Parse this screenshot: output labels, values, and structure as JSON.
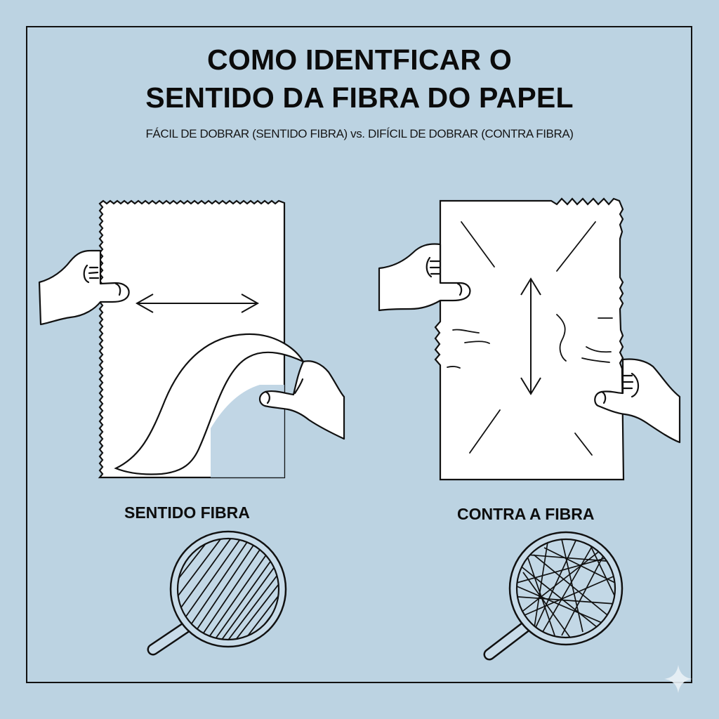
{
  "title": {
    "line1": "COMO IDENTFICAR O",
    "line2": "SENTIDO DA FIBRA DO PAPEL"
  },
  "subtitle": "FÁCIL DE DOBRAR (SENTIDO FIBRA) vs. DIFÍCIL DE DOBRAR (CONTRA FIBRA)",
  "panels": [
    {
      "label": "SENTIDO FIBRA",
      "arrow_direction": "horizontal",
      "paper_state": "bending-smoothly",
      "magnifier_pattern": "parallel-diagonal-fibers"
    },
    {
      "label": "CONTRA A FIBRA",
      "arrow_direction": "vertical",
      "paper_state": "wrinkled-resisting",
      "magnifier_pattern": "tangled-crossed-fibers"
    }
  ],
  "colors": {
    "background": "#bcd3e2",
    "ink": "#111111",
    "paper": "#ffffff",
    "shadow": "#b3cde0"
  },
  "icons": {
    "corner_mark": "sparkle-icon"
  }
}
